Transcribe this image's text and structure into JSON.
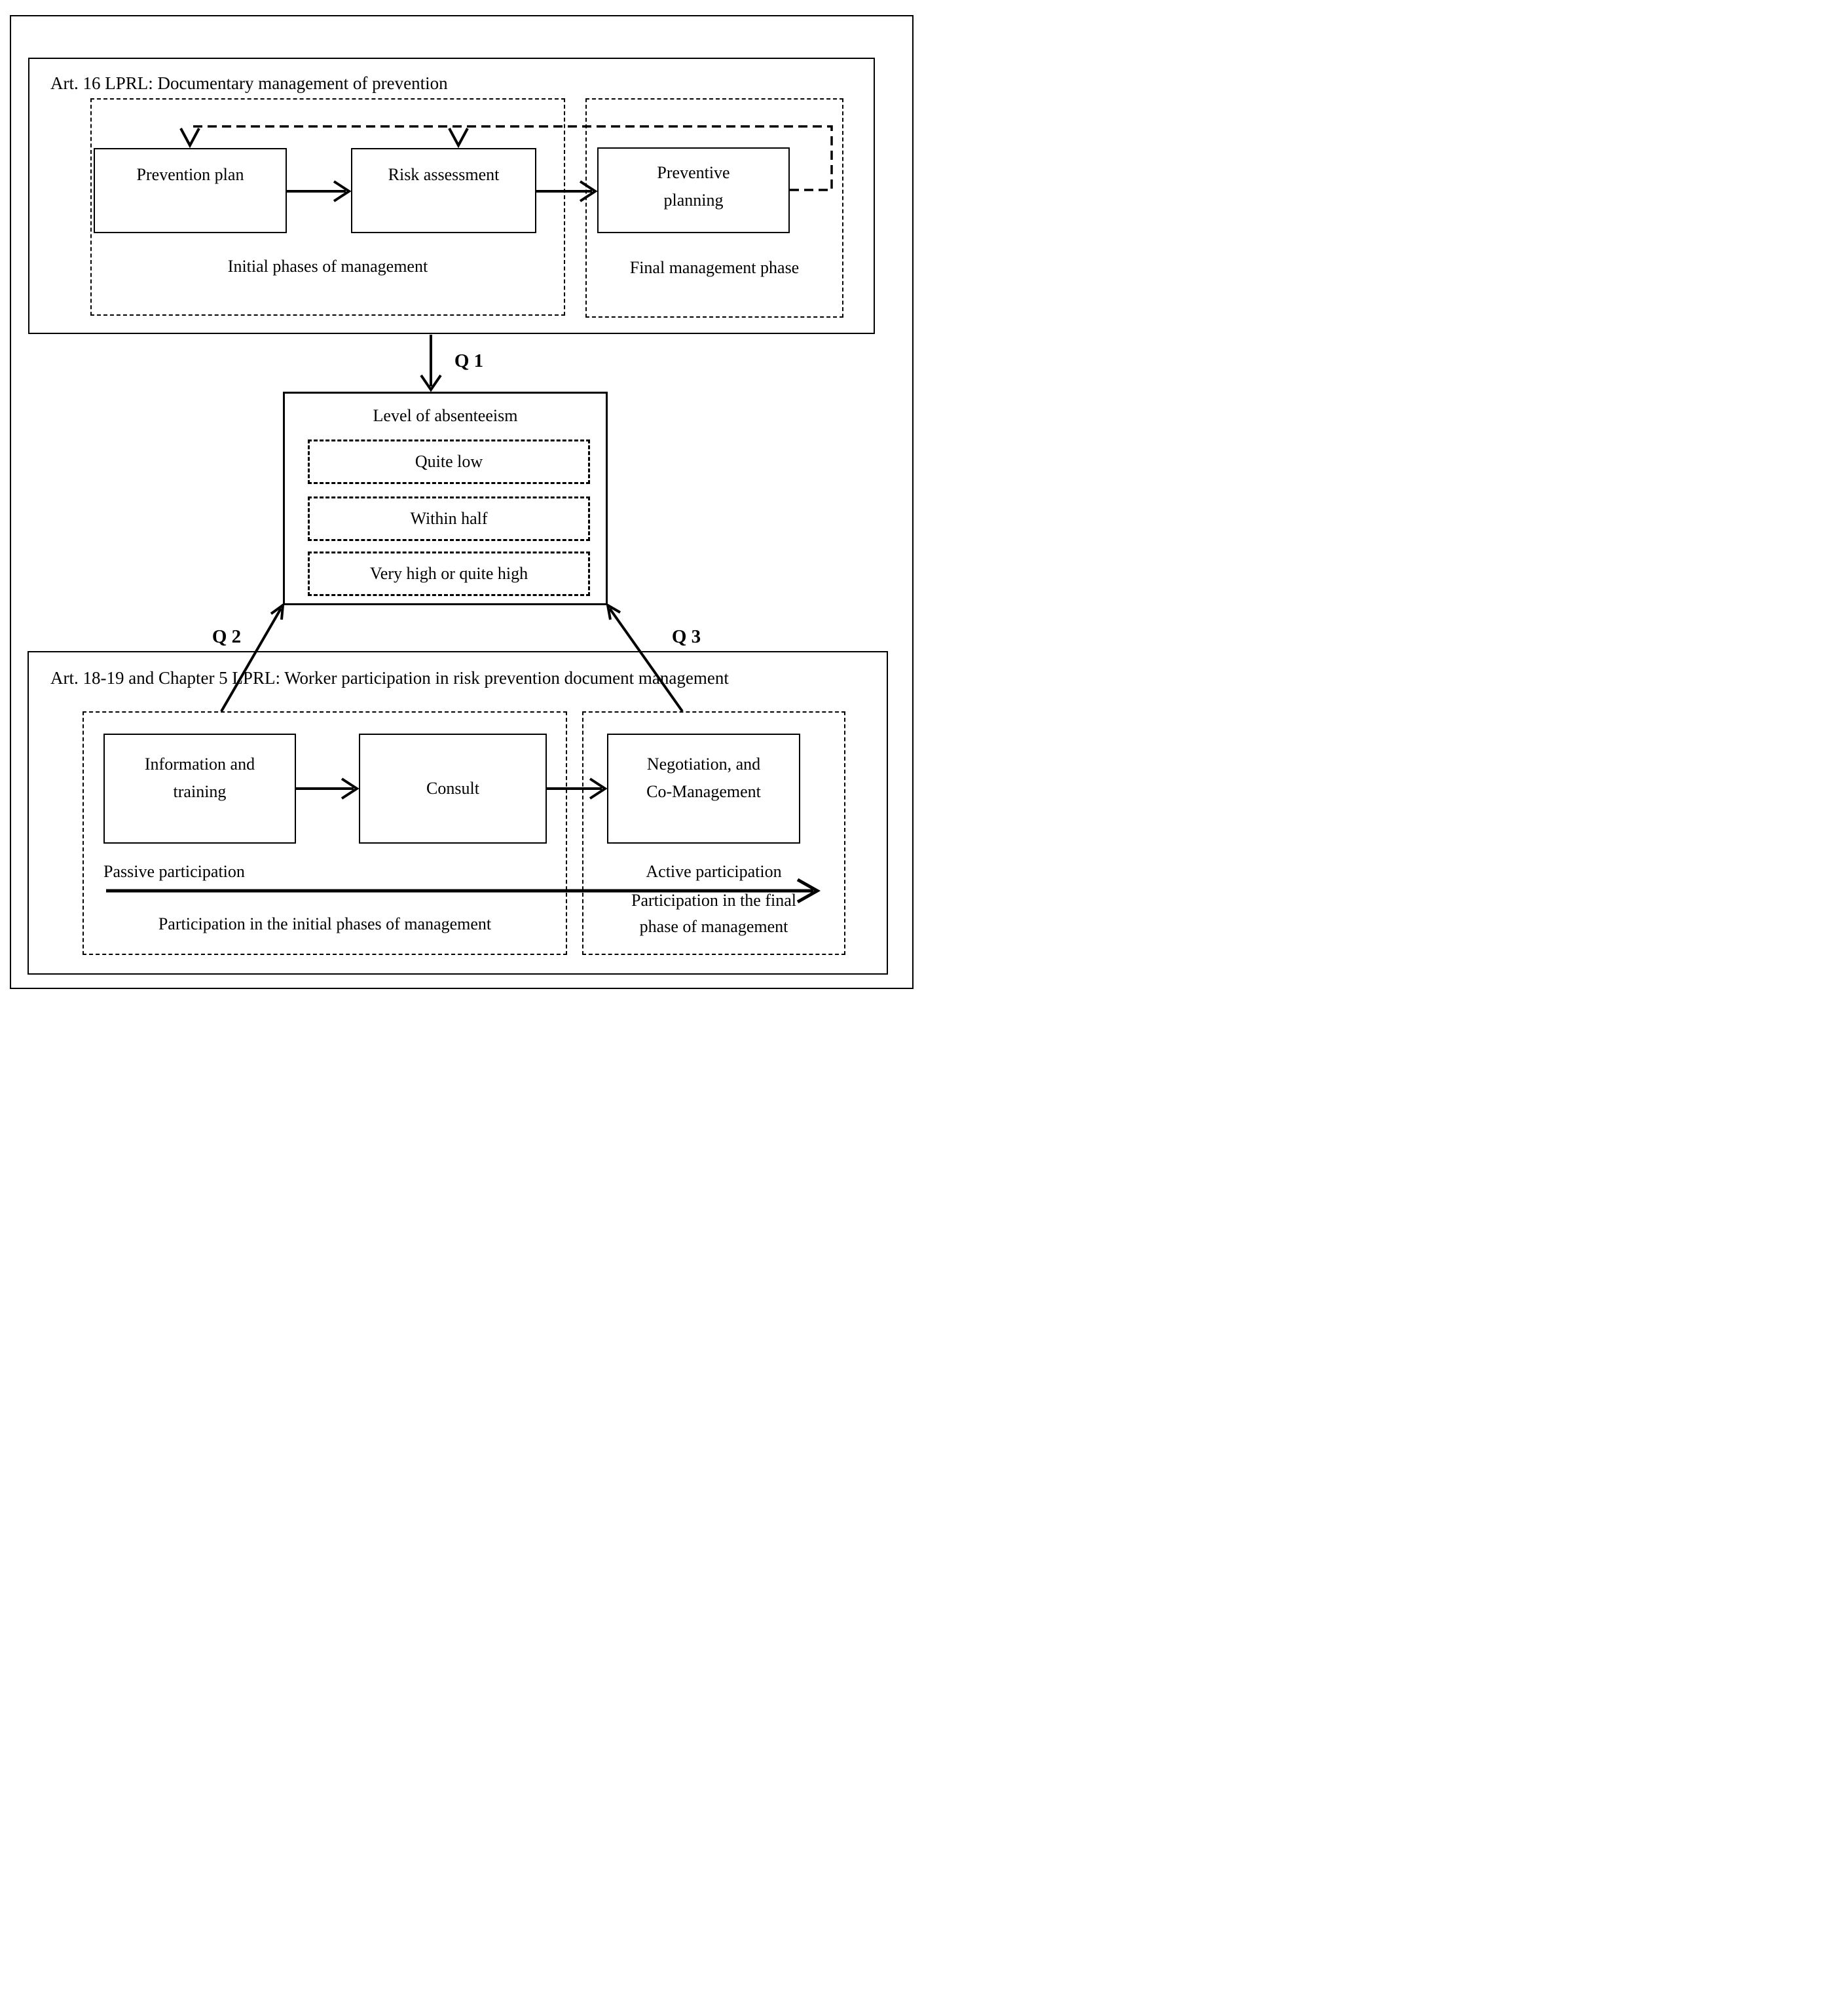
{
  "colors": {
    "ink": "#000000",
    "paper": "#ffffff"
  },
  "questions": {
    "q1": "Q 1",
    "q2": "Q 2",
    "q3": "Q 3"
  },
  "top": {
    "title": "Art. 16 LPRL: Documentary management of prevention",
    "boxes": {
      "prevention": "Prevention plan",
      "risk": "Risk assessment",
      "preventive": "Preventive\nplanning"
    },
    "initial_label": "Initial phases of management",
    "final_label": "Final management phase"
  },
  "absenteeism": {
    "title": "Level of absenteeism",
    "levels": [
      "Quite low",
      "Within half",
      "Very high or quite high"
    ]
  },
  "bottom": {
    "title": "Art. 18-19 and Chapter 5 LPRL: Worker participation in risk prevention document management",
    "boxes": {
      "information": "Information and\ntraining",
      "consult": "Consult",
      "negotiation": "Negotiation, and\nCo-Management"
    },
    "passive_label": "Passive participation",
    "active_label": "Active participation",
    "initial_participation": "Participation in the initial phases of management",
    "final_participation": "Participation in the final\nphase of management"
  }
}
